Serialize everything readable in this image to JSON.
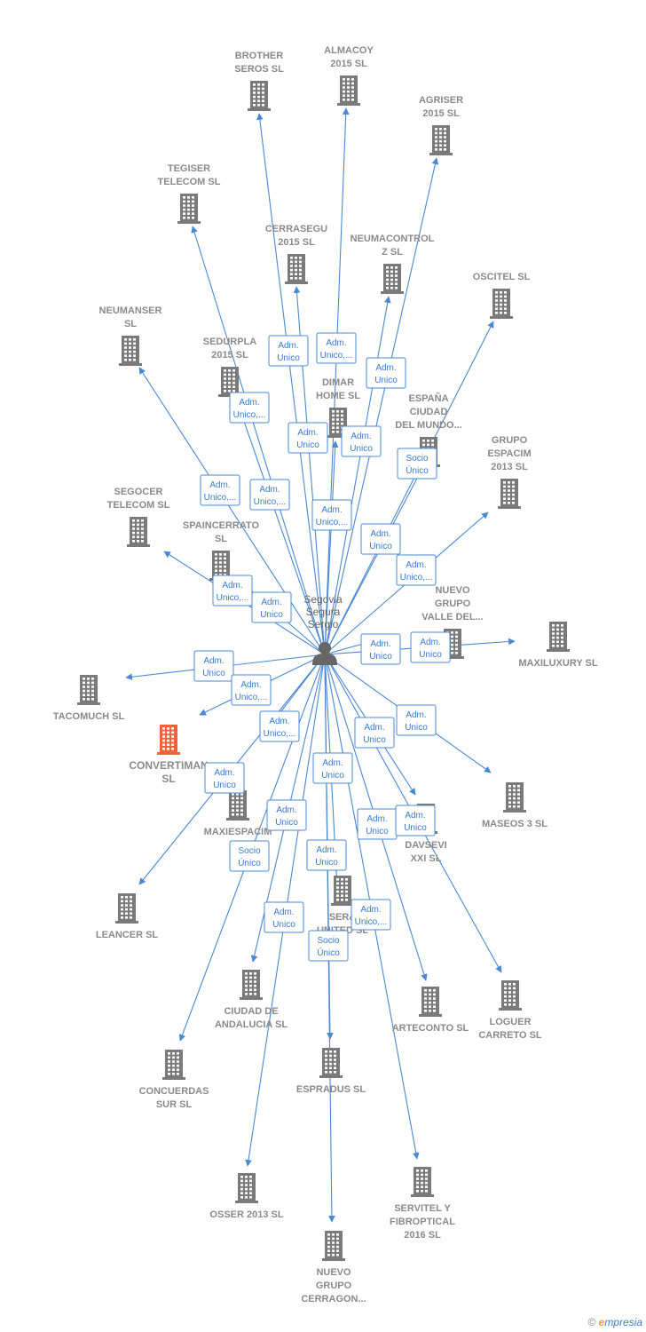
{
  "person": {
    "name_lines": [
      "Segovia",
      "Segura",
      "Sergio"
    ]
  },
  "colors": {
    "edge": "#4a88d4",
    "building": "#7a7a7a",
    "highlight": "#f0643c"
  },
  "companies": [
    {
      "id": "brother",
      "lines": [
        "BROTHER",
        "SEROS SL"
      ]
    },
    {
      "id": "almacoy",
      "lines": [
        "ALMACOY",
        "2015  SL"
      ]
    },
    {
      "id": "agriser",
      "lines": [
        "AGRISER",
        "2015  SL"
      ]
    },
    {
      "id": "tegiser",
      "lines": [
        "TEGISER",
        "TELECOM  SL"
      ]
    },
    {
      "id": "cerrasegu",
      "lines": [
        "CERRASEGU",
        "2015  SL"
      ]
    },
    {
      "id": "neumacontrol",
      "lines": [
        "NEUMACONTROL",
        "Z  SL"
      ]
    },
    {
      "id": "oscitel",
      "lines": [
        "OSCITEL  SL"
      ]
    },
    {
      "id": "neumanser",
      "lines": [
        "NEUMANSER",
        "SL"
      ]
    },
    {
      "id": "sedurpla",
      "lines": [
        "SEDURPLA",
        "2015  SL"
      ]
    },
    {
      "id": "dimar",
      "lines": [
        "DIMAR",
        "HOME SL"
      ]
    },
    {
      "id": "espana",
      "lines": [
        "ESPAÑA",
        "CIUDAD",
        "DEL MUNDO..."
      ]
    },
    {
      "id": "grupoespacim",
      "lines": [
        "GRUPO",
        "ESPACIM",
        "2013  SL"
      ]
    },
    {
      "id": "segocer",
      "lines": [
        "SEGOCER",
        "TELECOM  SL"
      ]
    },
    {
      "id": "spaincerrato",
      "lines": [
        "SPAINCERRATO",
        "SL"
      ]
    },
    {
      "id": "nuevogrupovalle",
      "lines": [
        "NUEVO",
        "GRUPO",
        "VALLE DEL..."
      ]
    },
    {
      "id": "maxiluxury",
      "lines": [
        "MAXILUXURY SL"
      ]
    },
    {
      "id": "tacomuch",
      "lines": [
        "TACOMUCH SL"
      ]
    },
    {
      "id": "convertiman",
      "lines": [
        "CONVERTIMAN",
        "SL"
      ],
      "highlight": true
    },
    {
      "id": "maxiespacim",
      "lines": [
        "MAXIESPACIM"
      ]
    },
    {
      "id": "maseos",
      "lines": [
        "MASEOS 3 SL"
      ]
    },
    {
      "id": "davsevi",
      "lines": [
        "DAVSEVI",
        "XXI  SL"
      ]
    },
    {
      "id": "leancer",
      "lines": [
        "LEANCER SL"
      ]
    },
    {
      "id": "ser",
      "lines": [
        "SER&",
        "UNITED SL"
      ]
    },
    {
      "id": "ciudadandalucia",
      "lines": [
        "CIUDAD DE",
        "ANDALUCIA SL"
      ]
    },
    {
      "id": "arteconto",
      "lines": [
        "ARTECONTO SL"
      ]
    },
    {
      "id": "loguer",
      "lines": [
        "LOGUER",
        "CARRETO SL"
      ]
    },
    {
      "id": "concuerdas",
      "lines": [
        "CONCUERDAS",
        "SUR  SL"
      ]
    },
    {
      "id": "espradus",
      "lines": [
        "ESPRADUS  SL"
      ]
    },
    {
      "id": "osser",
      "lines": [
        "OSSER 2013 SL"
      ]
    },
    {
      "id": "servitel",
      "lines": [
        "SERVITEL Y",
        "FIBROPTICAL",
        "2016  SL"
      ]
    },
    {
      "id": "nuevogrupocerragon",
      "lines": [
        "NUEVO",
        "GRUPO",
        "CERRAGON..."
      ]
    }
  ],
  "roles": [
    {
      "lines": [
        "Adm.",
        "Unico"
      ]
    },
    {
      "lines": [
        "Adm.",
        "Unico,..."
      ]
    },
    {
      "lines": [
        "Adm.",
        "Unico"
      ]
    },
    {
      "lines": [
        "Adm.",
        "Unico,..."
      ]
    },
    {
      "lines": [
        "Adm.",
        "Unico"
      ]
    },
    {
      "lines": [
        "Adm.",
        "Unico"
      ]
    },
    {
      "lines": [
        "Socio",
        "Único"
      ]
    },
    {
      "lines": [
        "Adm.",
        "Unico,..."
      ]
    },
    {
      "lines": [
        "Adm.",
        "Unico,..."
      ]
    },
    {
      "lines": [
        "Adm.",
        "Unico,..."
      ]
    },
    {
      "lines": [
        "Adm.",
        "Unico"
      ]
    },
    {
      "lines": [
        "Adm.",
        "Unico,..."
      ]
    },
    {
      "lines": [
        "Adm.",
        "Unico,..."
      ]
    },
    {
      "lines": [
        "Adm.",
        "Unico"
      ]
    },
    {
      "lines": [
        "Adm.",
        "Unico"
      ]
    },
    {
      "lines": [
        "Adm.",
        "Unico"
      ]
    },
    {
      "lines": [
        "Adm.",
        "Unico"
      ]
    },
    {
      "lines": [
        "Adm.",
        "Unico,..."
      ]
    },
    {
      "lines": [
        "Adm.",
        "Unico,..."
      ]
    },
    {
      "lines": [
        "Adm.",
        "Unico"
      ]
    },
    {
      "lines": [
        "Adm.",
        "Unico"
      ]
    },
    {
      "lines": [
        "Adm.",
        "Unico"
      ]
    },
    {
      "lines": [
        "Adm.",
        "Unico"
      ]
    },
    {
      "lines": [
        "Adm.",
        "Unico"
      ]
    },
    {
      "lines": [
        "Adm.",
        "Unico"
      ]
    },
    {
      "lines": [
        "Adm.",
        "Unico"
      ]
    },
    {
      "lines": [
        "Socio",
        "Único"
      ]
    },
    {
      "lines": [
        "Adm.",
        "Unico"
      ]
    },
    {
      "lines": [
        "Adm.",
        "Unico"
      ]
    },
    {
      "lines": [
        "Adm.",
        "Unico,..."
      ]
    },
    {
      "lines": [
        "Socio",
        "Único"
      ]
    }
  ],
  "footer": {
    "copyright": "©",
    "brand_initial": "e",
    "brand_rest": "mpresia"
  }
}
